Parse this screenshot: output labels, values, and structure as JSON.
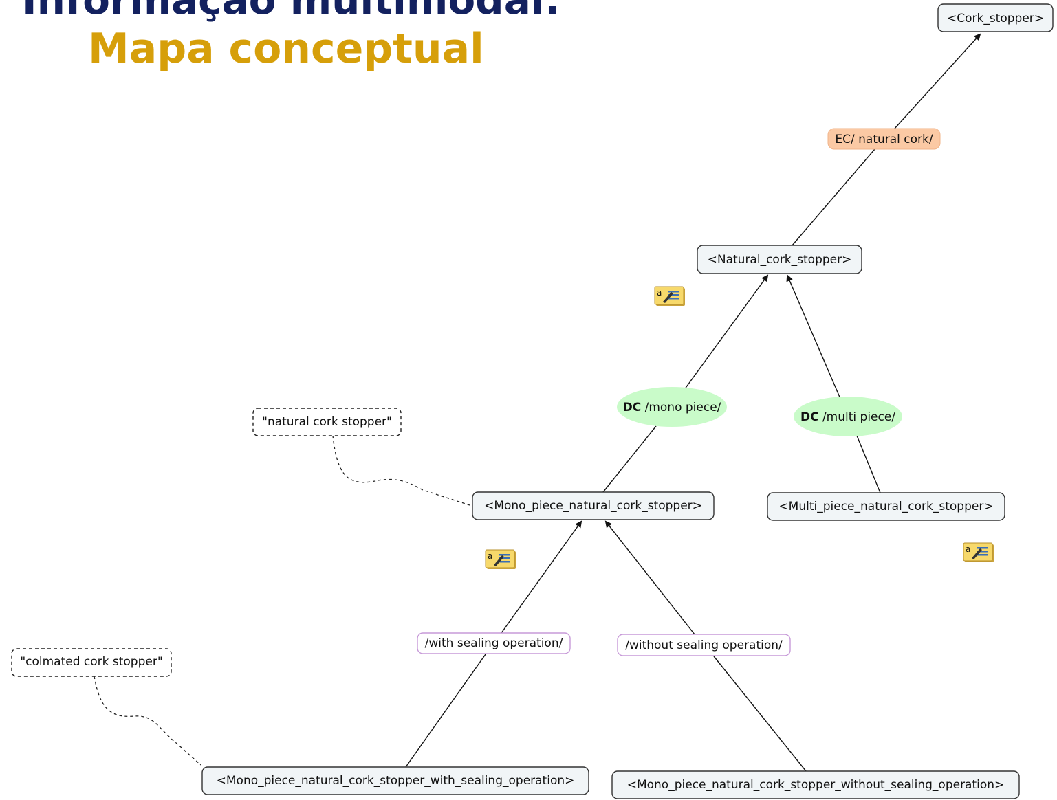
{
  "title": {
    "line1": "Informação multimodal:",
    "line2": "Mapa conceptual"
  },
  "concepts": {
    "cork_stopper": "<Cork_stopper>",
    "natural_cork_stopper": "<Natural_cork_stopper>",
    "mono_piece": "<Mono_piece_natural_cork_stopper>",
    "multi_piece": "<Multi_piece_natural_cork_stopper>",
    "mono_with": "<Mono_piece_natural_cork_stopper_with_sealing_operation>",
    "mono_without": "<Mono_piece_natural_cork_stopper_without_sealing_operation>"
  },
  "links": {
    "ec_natural_cork": {
      "prefix": "",
      "text": "EC/ natural cork/"
    },
    "dc_mono": {
      "prefix": "DC",
      "text": " /mono piece/"
    },
    "dc_multi": {
      "prefix": "DC",
      "text": " /multi piece/"
    },
    "with_sealing": {
      "prefix": "",
      "text": "/with sealing operation/"
    },
    "without_sealing": {
      "prefix": "",
      "text": "/without sealing operation/"
    }
  },
  "terms": {
    "natural": "\"natural cork stopper\"",
    "colmated": "\"colmated cork stopper\""
  },
  "note_icon_glyph": "a",
  "colors": {
    "title_primary": "#13215f",
    "title_accent": "#d69f0a",
    "ec_fill": "#fbc9a4",
    "dc_fill": "#c9fbc9",
    "sealing_border": "#c79ad8",
    "concept_fill": "#f1f5f7",
    "note_fill": "#f7d96b"
  },
  "icons": [
    "note-icon"
  ]
}
